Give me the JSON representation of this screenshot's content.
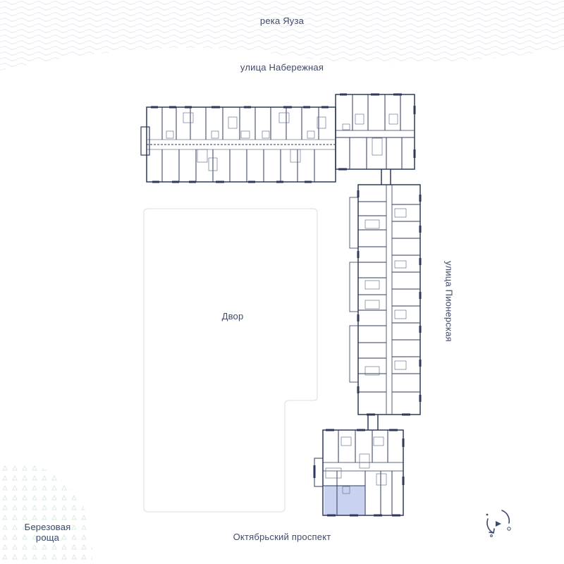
{
  "labels": {
    "river": "река Яуза",
    "street_top": "улица Набережная",
    "yard": "Двор",
    "street_right": "улица Пионерская",
    "street_bottom": "Октябрьский проспект",
    "grove_line1": "Березовая",
    "grove_line2": "роща"
  },
  "colors": {
    "label_text": "#3d4a6b",
    "wall": "#2e3a5c",
    "partition": "#6b7795",
    "highlight_apartment": "#c9d3ef",
    "water_wave": "#e6e9f1",
    "grove_tree": "#cfe8d3",
    "yard_outline": "#d9dce4"
  },
  "icons": {
    "compass": "compass-rose-icon"
  },
  "highlight": {
    "selected_unit": true
  }
}
